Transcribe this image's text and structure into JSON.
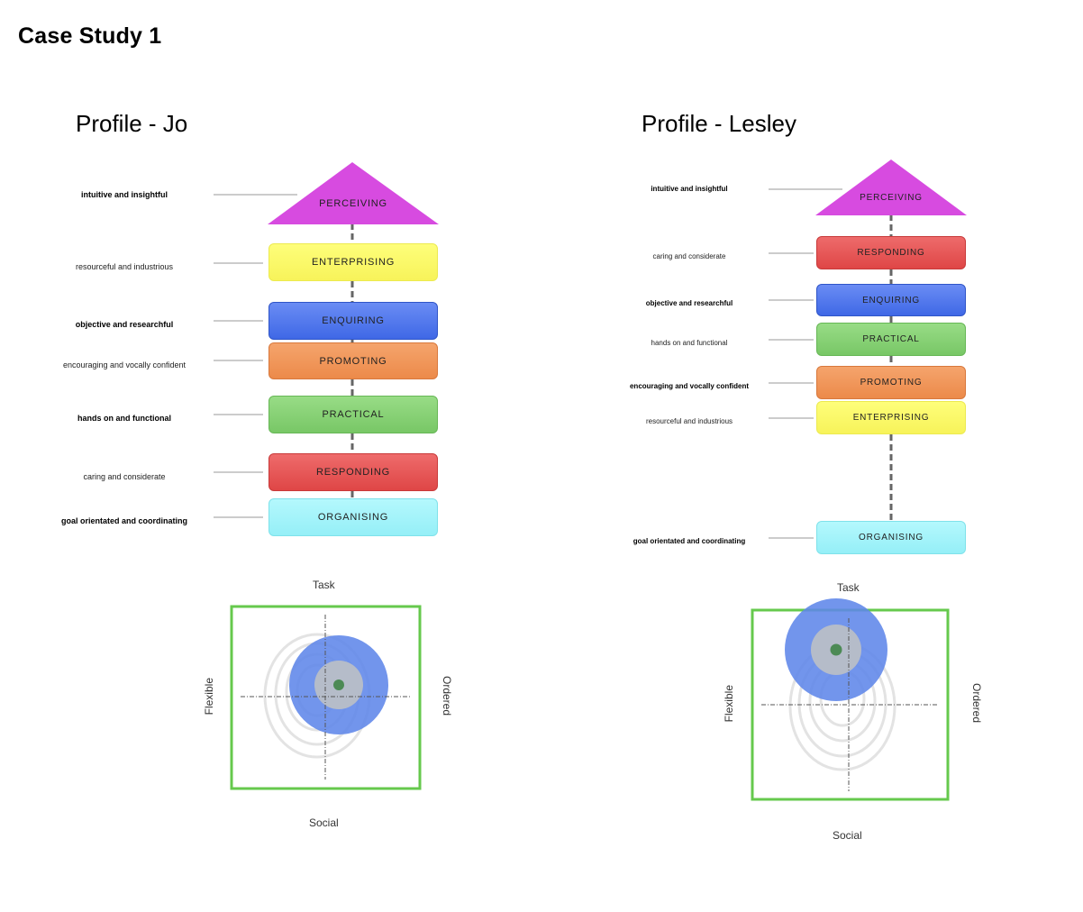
{
  "page": {
    "title": "Case Study 1"
  },
  "colors": {
    "perceiving": "#d74be0",
    "enterprising": "#fefe6c",
    "enquiring": "#4f77ee",
    "promoting": "#f1975a",
    "practical": "#86d274",
    "responding": "#e65455",
    "organising": "#a2f5fb",
    "quadrant_border": "#66c94d",
    "blob_outer": "#5f86e9",
    "blob_inner": "#b5bcc9",
    "blob_center": "#4c8a55"
  },
  "profiles": [
    {
      "title": "Profile - Jo",
      "apex": {
        "role": "PERCEIVING",
        "descriptor": "intuitive and insightful"
      },
      "roles": [
        {
          "label": "ENTERPRISING",
          "descriptor": "resourceful and industrious",
          "color_key": "enterprising"
        },
        {
          "label": "ENQUIRING",
          "descriptor": "objective and researchful",
          "color_key": "enquiring"
        },
        {
          "label": "PROMOTING",
          "descriptor": "encouraging and vocally confident",
          "color_key": "promoting"
        },
        {
          "label": "PRACTICAL",
          "descriptor": "hands on and functional",
          "color_key": "practical"
        },
        {
          "label": "RESPONDING",
          "descriptor": "caring and considerate",
          "color_key": "responding"
        },
        {
          "label": "ORGANISING",
          "descriptor": "goal orientated and coordinating",
          "color_key": "organising"
        }
      ],
      "quadrant": {
        "top": "Task",
        "bottom": "Social",
        "left": "Flexible",
        "right": "Ordered"
      }
    },
    {
      "title": "Profile - Lesley",
      "apex": {
        "role": "PERCEIVING",
        "descriptor": "intuitive and insightful"
      },
      "roles": [
        {
          "label": "RESPONDING",
          "descriptor": "caring and considerate",
          "color_key": "responding"
        },
        {
          "label": "ENQUIRING",
          "descriptor": "objective and researchful",
          "color_key": "enquiring"
        },
        {
          "label": "PRACTICAL",
          "descriptor": "hands on and functional",
          "color_key": "practical"
        },
        {
          "label": "PROMOTING",
          "descriptor": "encouraging and vocally confident",
          "color_key": "promoting"
        },
        {
          "label": "ENTERPRISING",
          "descriptor": "resourceful and industrious",
          "color_key": "enterprising"
        },
        {
          "label": "ORGANISING",
          "descriptor": "goal orientated and coordinating",
          "color_key": "organising"
        }
      ],
      "quadrant": {
        "top": "Task",
        "bottom": "Social",
        "left": "Flexible",
        "right": "Ordered"
      }
    }
  ]
}
